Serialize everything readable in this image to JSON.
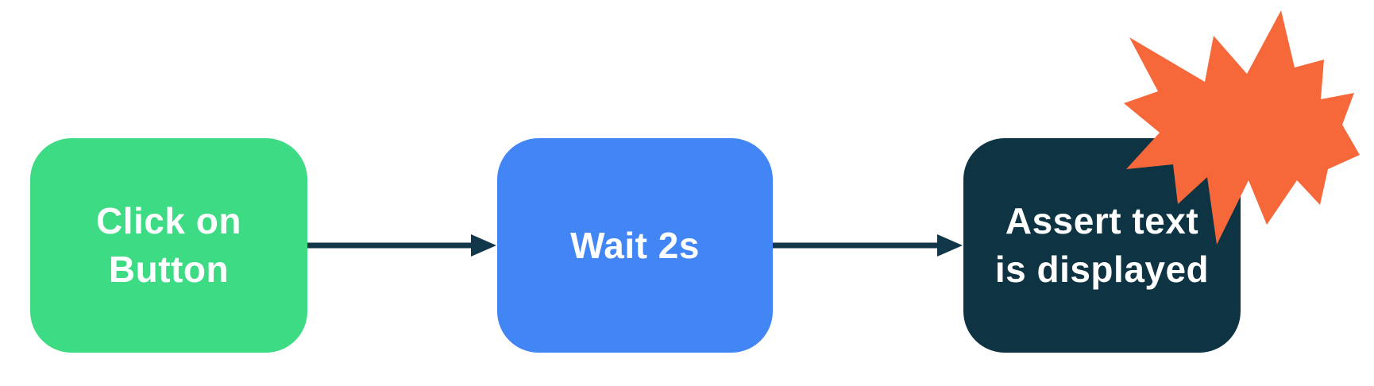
{
  "diagram": {
    "type": "flowchart",
    "direction": "left-to-right"
  },
  "nodes": [
    {
      "id": "step-1",
      "label": "Click on Button",
      "lines": [
        "Click on",
        "Button"
      ],
      "color": "#3DDB84"
    },
    {
      "id": "step-2",
      "label": "Wait 2s",
      "lines": [
        "Wait 2s"
      ],
      "color": "#4285F4"
    },
    {
      "id": "step-3",
      "label": "Assert text is displayed",
      "lines": [
        "Assert text",
        "is displayed"
      ],
      "color": "#0E3443"
    }
  ],
  "connectors": [
    {
      "from": "step-1",
      "to": "step-2"
    },
    {
      "from": "step-2",
      "to": "step-3"
    }
  ],
  "icons": {
    "burst": "explosion-starburst-icon"
  },
  "colors": {
    "background": "#FFFFFF",
    "node_text": "#FFFFFF",
    "arrow": "#12374A",
    "burst": "#F6683A"
  }
}
